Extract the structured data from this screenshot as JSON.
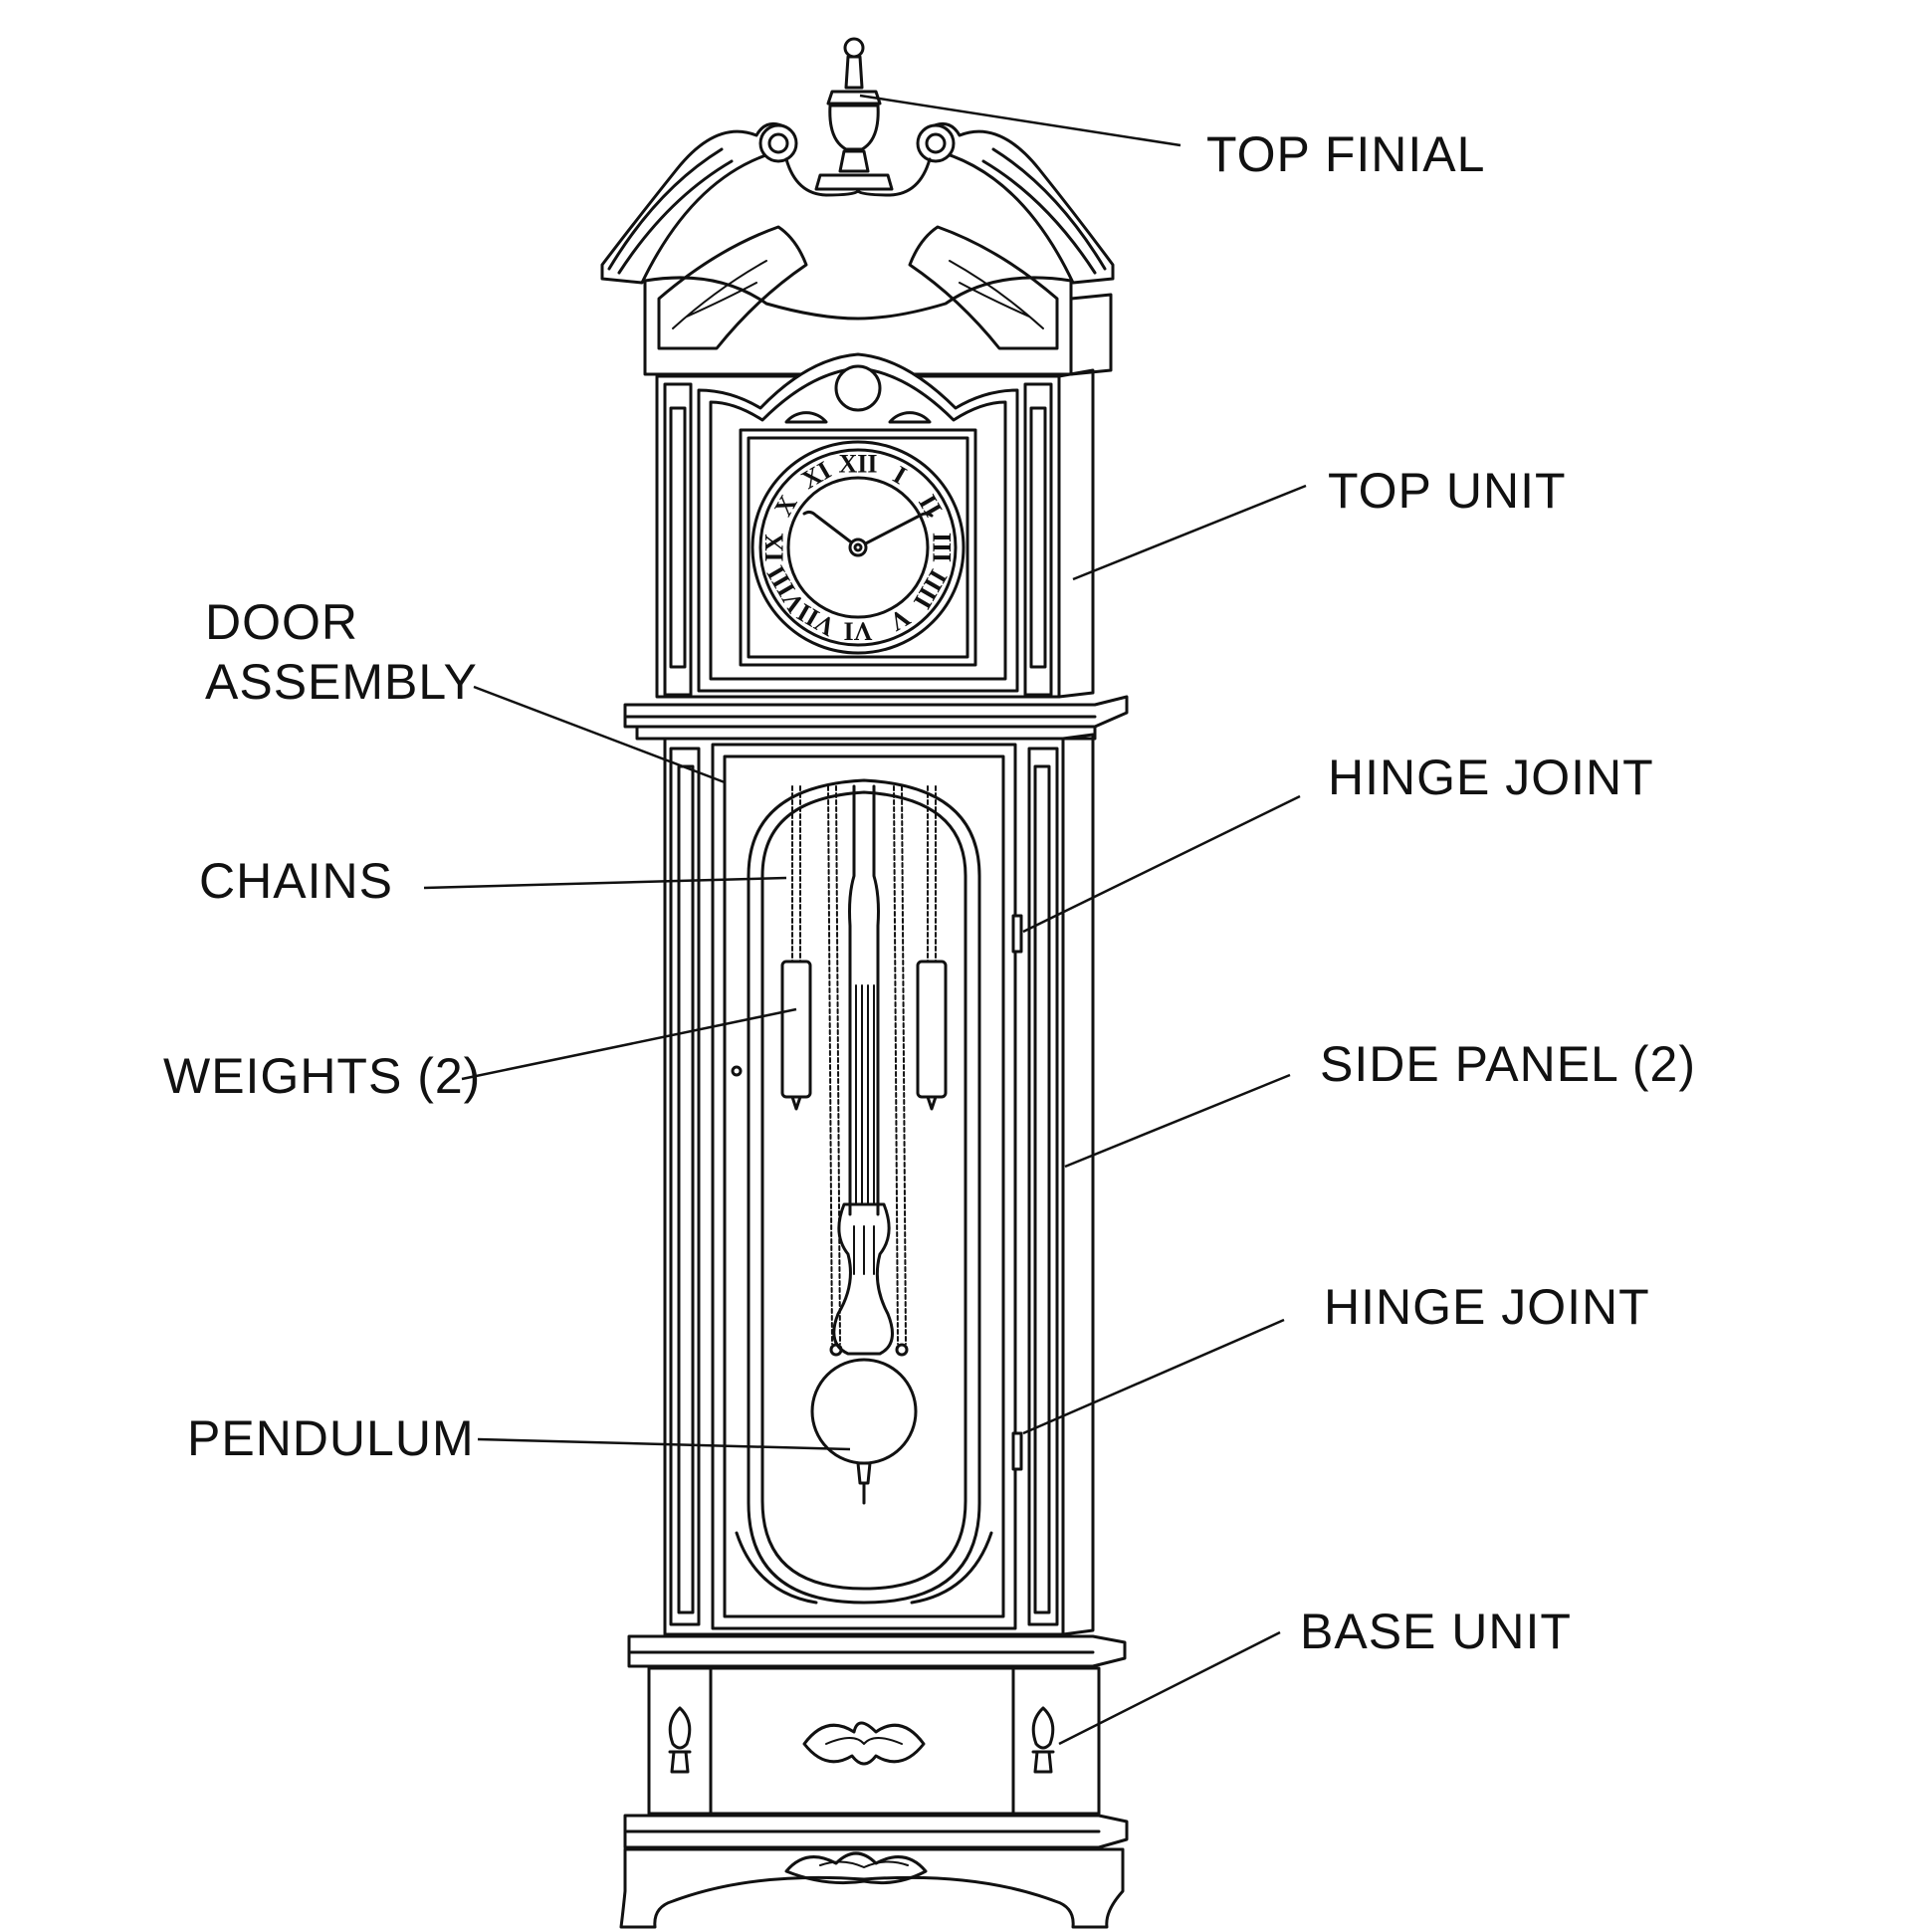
{
  "labels": {
    "top_finial": "TOP  FINIAL",
    "top_unit": "TOP  UNIT",
    "door_assembly_line1": "DOOR",
    "door_assembly_line2": "ASSEMBLY",
    "hinge_joint_upper": "HINGE  JOINT",
    "chains": "CHAINS",
    "weights": "WEIGHTS (2)",
    "side_panel": "SIDE  PANEL (2)",
    "hinge_joint_lower": "HINGE  JOINT",
    "pendulum": "PENDULUM",
    "base_unit": "BASE  UNIT"
  },
  "dial_numerals": [
    "XII",
    "I",
    "II",
    "III",
    "IIII",
    "V",
    "VI",
    "VII",
    "VIII",
    "IX",
    "X",
    "XI"
  ],
  "colors": {
    "ink": "#111111",
    "background": "#ffffff"
  }
}
